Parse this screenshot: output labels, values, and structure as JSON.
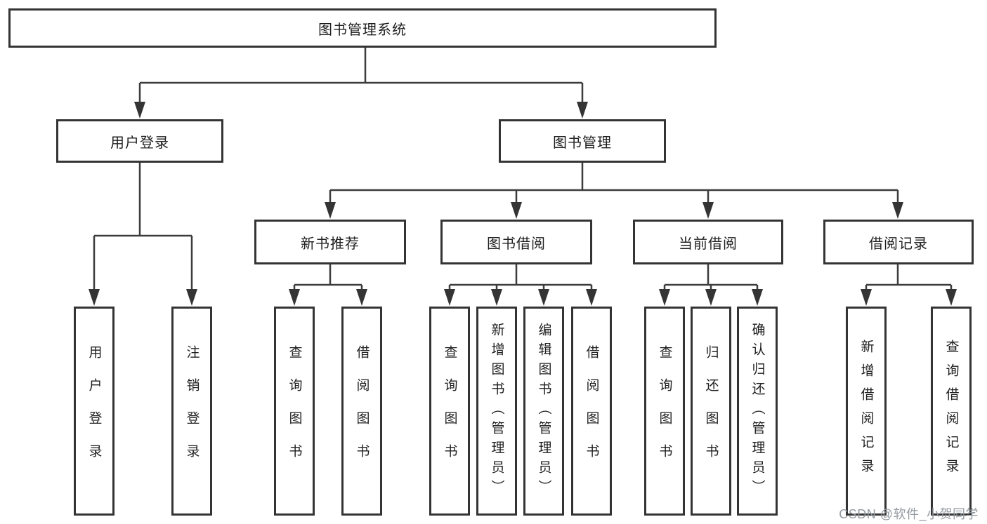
{
  "tree": {
    "label": "图书管理系统",
    "children": [
      {
        "label": "用户登录",
        "children": [
          {
            "label": "用户登录"
          },
          {
            "label": "注销登录"
          }
        ]
      },
      {
        "label": "图书管理",
        "children": [
          {
            "label": "新书推荐",
            "children": [
              {
                "label": "查询图书"
              },
              {
                "label": "借阅图书"
              }
            ]
          },
          {
            "label": "图书借阅",
            "children": [
              {
                "label": "查询图书"
              },
              {
                "label": "新增图书（管理员）"
              },
              {
                "label": "编辑图书（管理员）"
              },
              {
                "label": "借阅图书"
              }
            ]
          },
          {
            "label": "当前借阅",
            "children": [
              {
                "label": "查询图书"
              },
              {
                "label": "归还图书"
              },
              {
                "label": "确认归还（管理员）"
              }
            ]
          },
          {
            "label": "借阅记录",
            "children": [
              {
                "label": "新增借阅记录"
              },
              {
                "label": "查询借阅记录"
              }
            ]
          }
        ]
      }
    ]
  },
  "watermark": "CSDN @软件_小贺同学",
  "colors": {
    "line": "#3c3c3c",
    "box_border": "#343434",
    "box_fill": "#ffffff",
    "text": "#1f1f1f",
    "watermark": "#939aa1"
  }
}
